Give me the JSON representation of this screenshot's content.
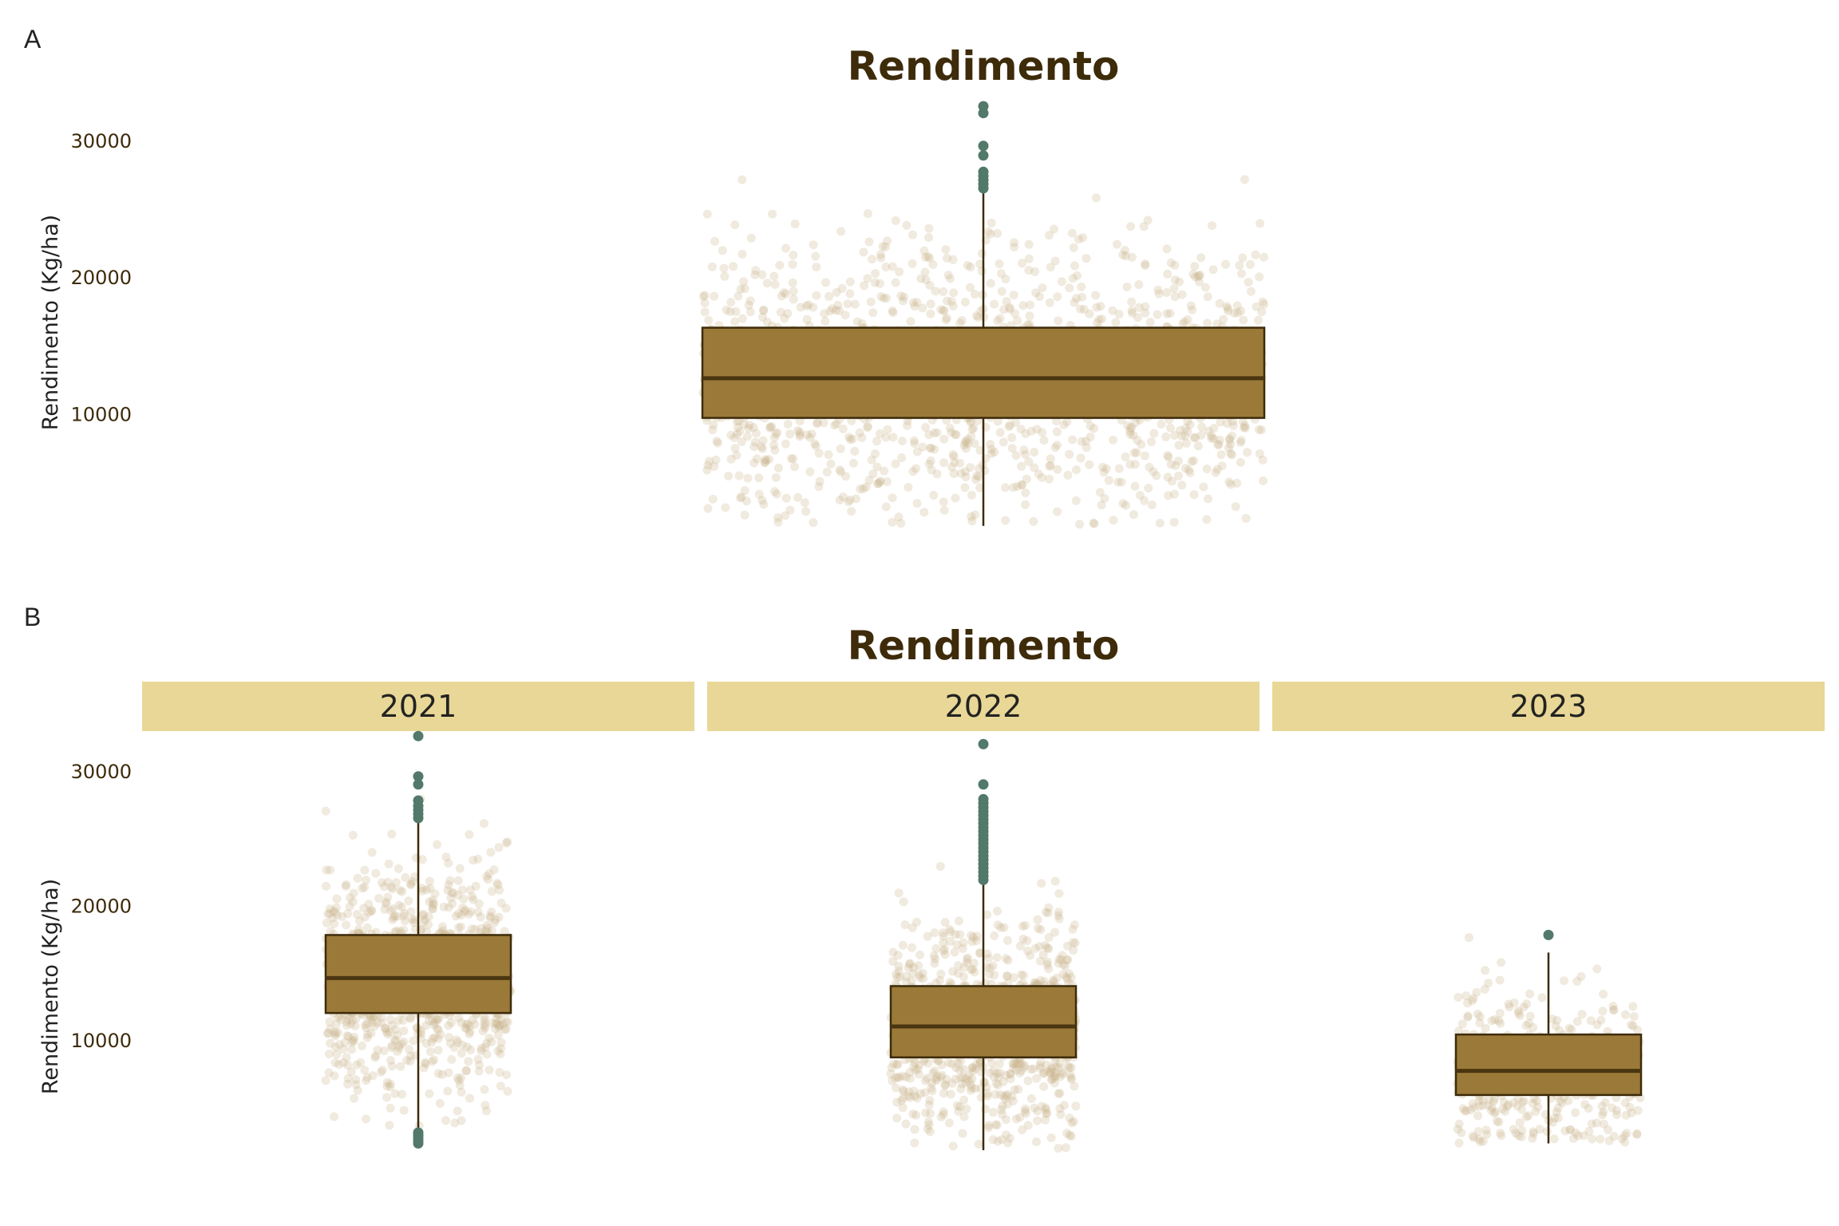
{
  "colors": {
    "box_fill": "#9b7a39",
    "box_border": "#3d2b0a",
    "median": "#4a3510",
    "whisker": "#3d2b0a",
    "outlier": "#52796a",
    "jitter": "#c9b48c",
    "strip_bg": "#e8d796",
    "title": "#3d2b0a"
  },
  "panels": {
    "a": {
      "letter": "A",
      "title": "Rendimento",
      "ylabel": "Rendimento (Kg/ha)"
    },
    "b": {
      "letter": "B",
      "title": "Rendimento",
      "ylabel": "Rendimento (Kg/ha)"
    }
  },
  "chart_data": [
    {
      "type": "boxplot",
      "title": "Rendimento",
      "xlabel": "",
      "ylabel": "Rendimento (Kg/ha)",
      "yticks": [
        10000,
        20000,
        30000
      ],
      "ylim": [
        1500,
        33500
      ],
      "grid": false,
      "jitter_points": true,
      "boxes": [
        {
          "name": "",
          "min": 1800,
          "q1": 9700,
          "median": 12600,
          "q3": 16300,
          "max": 26200,
          "outliers": [
            26500,
            26800,
            27100,
            27400,
            27700,
            28900,
            29600,
            32000,
            32500
          ]
        }
      ]
    },
    {
      "type": "boxplot",
      "title": "Rendimento",
      "xlabel": "",
      "ylabel": "Rendimento (Kg/ha)",
      "facets": [
        "2021",
        "2022",
        "2023"
      ],
      "yticks": [
        10000,
        20000,
        30000
      ],
      "ylim": [
        1500,
        33500
      ],
      "grid": false,
      "jitter_points": true,
      "boxes": [
        {
          "name": "2021",
          "min": 3400,
          "q1": 12000,
          "median": 14600,
          "q3": 17800,
          "max": 26200,
          "outliers": [
            2300,
            2500,
            2700,
            2900,
            3100,
            26500,
            26800,
            27100,
            27400,
            27800,
            29000,
            29600,
            32600
          ]
        },
        {
          "name": "2022",
          "min": 1800,
          "q1": 8700,
          "median": 11000,
          "q3": 14000,
          "max": 21600,
          "outliers": [
            21900,
            22200,
            22500,
            22800,
            23100,
            23400,
            23700,
            24000,
            24300,
            24600,
            24900,
            25200,
            25500,
            25800,
            26100,
            26400,
            26700,
            27000,
            27300,
            27600,
            27900,
            29000,
            32000
          ]
        },
        {
          "name": "2023",
          "min": 2300,
          "q1": 5900,
          "median": 7700,
          "q3": 10400,
          "max": 16500,
          "outliers": [
            17800
          ]
        }
      ]
    }
  ]
}
